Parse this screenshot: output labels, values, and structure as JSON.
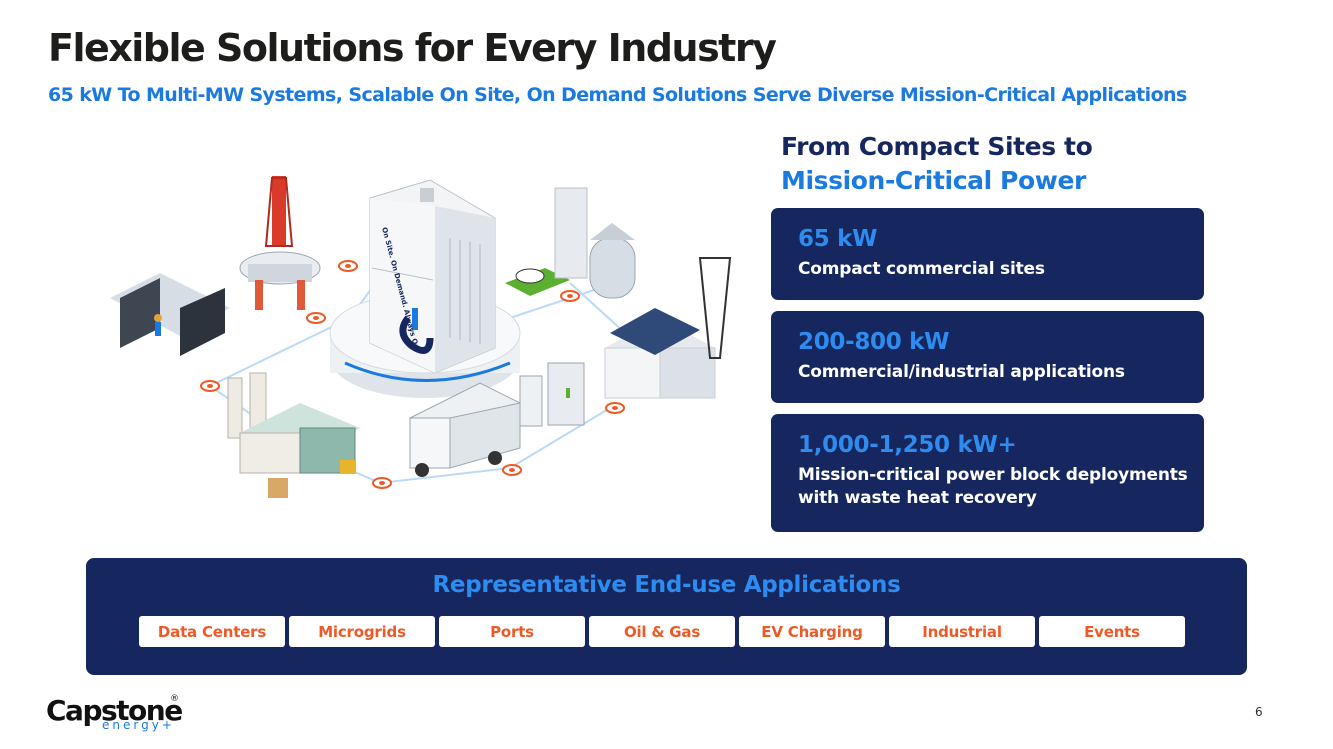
{
  "slide": {
    "title": "Flexible Solutions for Every Industry",
    "subtitle": "65 kW To Multi-MW Systems, Scalable On Site, On Demand Solutions Serve Diverse Mission-Critical Applications",
    "page_number": "6"
  },
  "right_panel": {
    "heading_line1": "From Compact Sites to",
    "heading_line2": "Mission-Critical Power",
    "tiers": [
      {
        "range": "65 kW",
        "description": "Compact commercial sites"
      },
      {
        "range": "200-800 kW",
        "description": "Commercial/industrial applications"
      },
      {
        "range": "1,000-1,250 kW+",
        "description": "Mission-critical power block deployments with waste heat recovery"
      }
    ]
  },
  "applications": {
    "title": "Representative End-use Applications",
    "items": [
      "Data Centers",
      "Microgrids",
      "Ports",
      "Oil & Gas",
      "EV Charging",
      "Industrial",
      "Events"
    ]
  },
  "illustration": {
    "unit_text": "On Site. On Demand. Always On.",
    "colors": {
      "navy": "#15275e",
      "blue": "#1a7ae0",
      "orange": "#ee5a27",
      "grass": "#5cb030"
    }
  },
  "logo": {
    "main": "Capstone",
    "sub": "energy+",
    "reg": "®"
  },
  "colors": {
    "accent_blue": "#1a7ae0",
    "navy": "#15275e",
    "orange": "#ee5a27"
  }
}
